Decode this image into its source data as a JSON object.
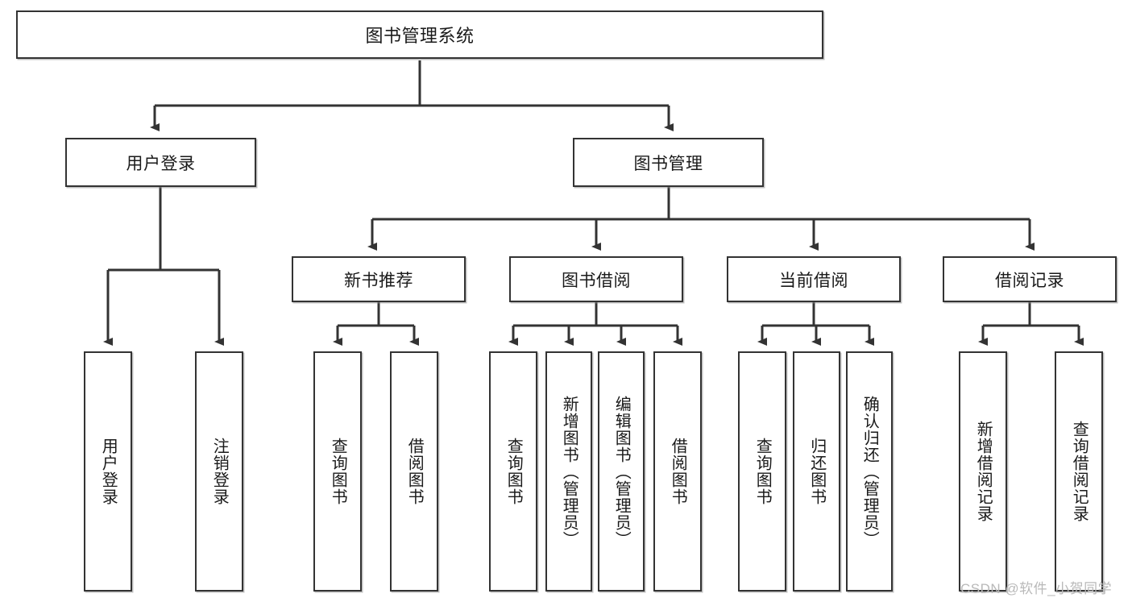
{
  "diagram": {
    "type": "tree-hierarchy",
    "title": "图书管理系统",
    "nodes": {
      "root": {
        "label": "图书管理系统"
      },
      "level2": [
        {
          "id": "user-login",
          "label": "用户登录"
        },
        {
          "id": "book-manage",
          "label": "图书管理"
        }
      ],
      "level3": [
        {
          "id": "new-book-recommend",
          "label": "新书推荐"
        },
        {
          "id": "book-borrow",
          "label": "图书借阅"
        },
        {
          "id": "current-borrow",
          "label": "当前借阅"
        },
        {
          "id": "borrow-record",
          "label": "借阅记录"
        }
      ],
      "leaves": [
        {
          "id": "leaf-user-login",
          "label": "用户登录",
          "parent": "user-login"
        },
        {
          "id": "leaf-logout-login",
          "label": "注销登录",
          "parent": "user-login"
        },
        {
          "id": "leaf-query-book-1",
          "label": "查询图书",
          "parent": "new-book-recommend"
        },
        {
          "id": "leaf-borrow-book-1",
          "label": "借阅图书",
          "parent": "new-book-recommend"
        },
        {
          "id": "leaf-query-book-2",
          "label": "查询图书",
          "parent": "book-borrow"
        },
        {
          "id": "leaf-add-book",
          "label": "新增图书（管理员）",
          "parent": "book-borrow"
        },
        {
          "id": "leaf-edit-book",
          "label": "编辑图书（管理员）",
          "parent": "book-borrow"
        },
        {
          "id": "leaf-borrow-book-2",
          "label": "借阅图书",
          "parent": "book-borrow"
        },
        {
          "id": "leaf-query-book-3",
          "label": "查询图书",
          "parent": "current-borrow"
        },
        {
          "id": "leaf-return-book",
          "label": "归还图书",
          "parent": "current-borrow"
        },
        {
          "id": "leaf-confirm-return",
          "label": "确认归还（管理员）",
          "parent": "current-borrow"
        },
        {
          "id": "leaf-add-record",
          "label": "新增借阅记录",
          "parent": "borrow-record"
        },
        {
          "id": "leaf-query-record",
          "label": "查询借阅记录",
          "parent": "borrow-record"
        }
      ]
    },
    "colors": {
      "stroke": "#333333",
      "background": "#ffffff",
      "text": "#1a1a1a",
      "watermark": "#b9b9b9"
    }
  },
  "watermark": {
    "text": "CSDN @软件_小贺同学"
  }
}
